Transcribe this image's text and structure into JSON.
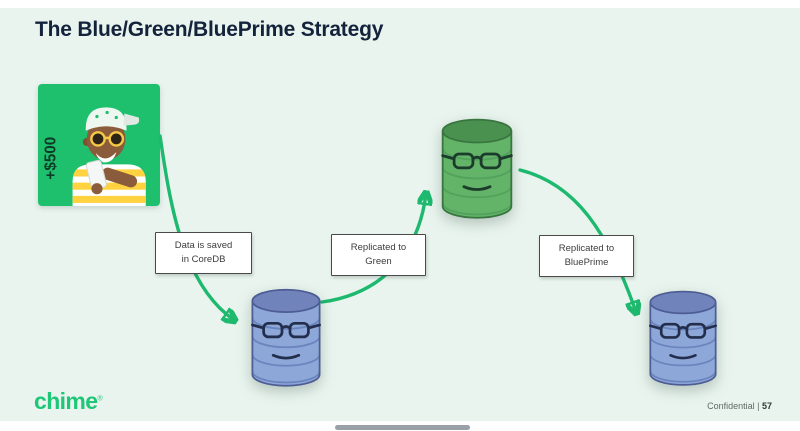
{
  "slide": {
    "title": "The Blue/Green/BluePrime Strategy",
    "illustration": {
      "badge_text": "+$500"
    },
    "steps": [
      {
        "line1": "Data is saved",
        "line2": "in CoreDB"
      },
      {
        "line1": "Replicated to",
        "line2": "Green"
      },
      {
        "line1": "Replicated to",
        "line2": "BluePrime"
      }
    ],
    "databases": [
      {
        "name": "CoreDB (Blue)",
        "color": "blue"
      },
      {
        "name": "Green",
        "color": "green"
      },
      {
        "name": "BluePrime",
        "color": "blue"
      }
    ]
  },
  "footer": {
    "brand": "chime",
    "brand_mark": "®",
    "confidential_label": "Confidential",
    "separator": "|",
    "page_number": "57"
  },
  "colors": {
    "background": "#e9f4ee",
    "accent_green": "#1db96e",
    "brand_green": "#1ec677",
    "title_navy": "#14233c",
    "db_blue_body": "#8ca7d8",
    "db_blue_top": "#7083bb",
    "db_blue_stripe": "#6b84bd",
    "db_blue_outline": "#4d5c94",
    "db_green_body": "#63b468",
    "db_green_top": "#4a9150",
    "db_green_stripe": "#52a25c",
    "db_green_outline": "#39763f",
    "face_blue": "#232e4c",
    "face_green": "#1b3b2b"
  }
}
